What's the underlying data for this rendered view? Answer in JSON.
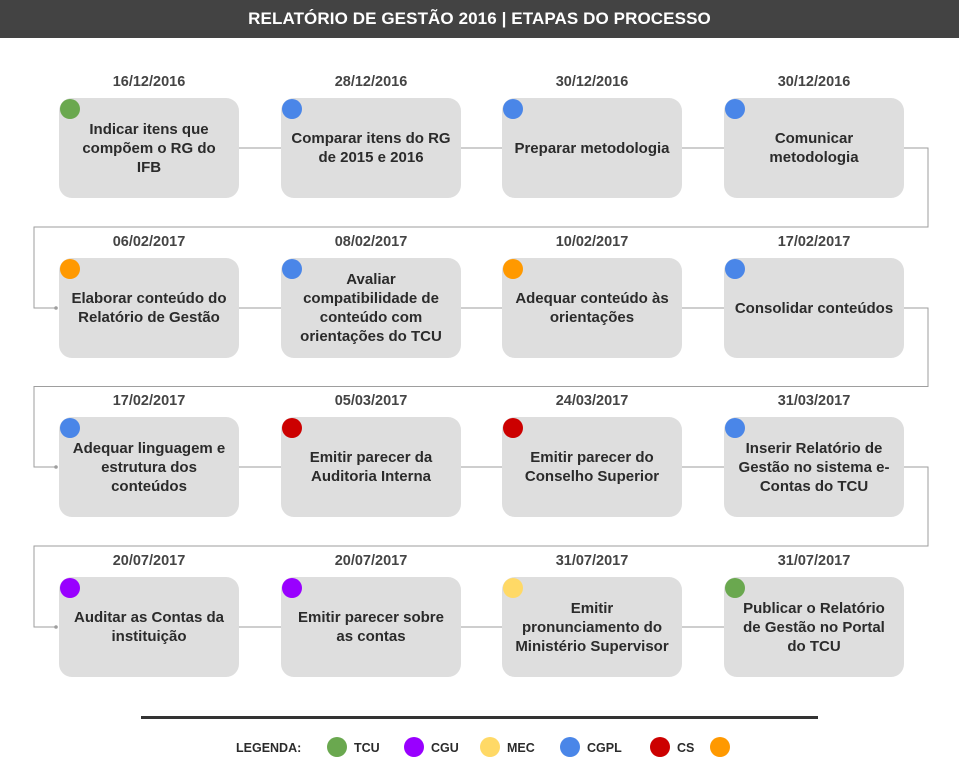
{
  "title": "RELATÓRIO DE GESTÃO 2016 | ETAPAS DO PROCESSO",
  "colors": {
    "TCU": "#6aa84f",
    "CGU": "#9900ff",
    "MEC": "#ffd966",
    "CGPL": "#4a86e8",
    "CS": "#cc0000",
    "ORANGE": "#ff9900"
  },
  "steps": [
    {
      "date": "16/12/2016",
      "label": "Indicar itens que compõem o RG do IFB",
      "color": "TCU"
    },
    {
      "date": "28/12/2016",
      "label": "Comparar itens do RG de 2015 e 2016",
      "color": "CGPL"
    },
    {
      "date": "30/12/2016",
      "label": "Preparar metodologia",
      "color": "CGPL"
    },
    {
      "date": "30/12/2016",
      "label": "Comunicar metodologia",
      "color": "CGPL"
    },
    {
      "date": "06/02/2017",
      "label": "Elaborar conteúdo do Relatório de Gestão",
      "color": "ORANGE"
    },
    {
      "date": "08/02/2017",
      "label": "Avaliar compatibilidade de conteúdo com orientações do TCU",
      "color": "CGPL"
    },
    {
      "date": "10/02/2017",
      "label": "Adequar conteúdo às orientações",
      "color": "ORANGE"
    },
    {
      "date": "17/02/2017",
      "label": "Consolidar conteúdos",
      "color": "CGPL"
    },
    {
      "date": "17/02/2017",
      "label": "Adequar linguagem e estrutura dos conteúdos",
      "color": "CGPL"
    },
    {
      "date": "05/03/2017",
      "label": "Emitir parecer da Auditoria Interna",
      "color": "CS"
    },
    {
      "date": "24/03/2017",
      "label": "Emitir parecer do Conselho Superior",
      "color": "CS"
    },
    {
      "date": "31/03/2017",
      "label": "Inserir Relatório de Gestão no sistema e-Contas do TCU",
      "color": "CGPL"
    },
    {
      "date": "20/07/2017",
      "label": "Auditar as Contas da instituição",
      "color": "CGU"
    },
    {
      "date": "20/07/2017",
      "label": "Emitir parecer sobre as contas",
      "color": "CGU"
    },
    {
      "date": "31/07/2017",
      "label": "Emitir pronunciamento do Ministério Supervisor",
      "color": "MEC"
    },
    {
      "date": "31/07/2017",
      "label": "Publicar o Relatório de Gestão no Portal do TCU",
      "color": "TCU"
    }
  ],
  "legend": {
    "title": "LEGENDA:",
    "items": [
      {
        "key": "TCU",
        "label": "TCU"
      },
      {
        "key": "CGU",
        "label": "CGU"
      },
      {
        "key": "MEC",
        "label": "MEC"
      },
      {
        "key": "CGPL",
        "label": "CGPL"
      },
      {
        "key": "CS",
        "label": "CS"
      },
      {
        "key": "ORANGE",
        "label": ""
      }
    ]
  }
}
